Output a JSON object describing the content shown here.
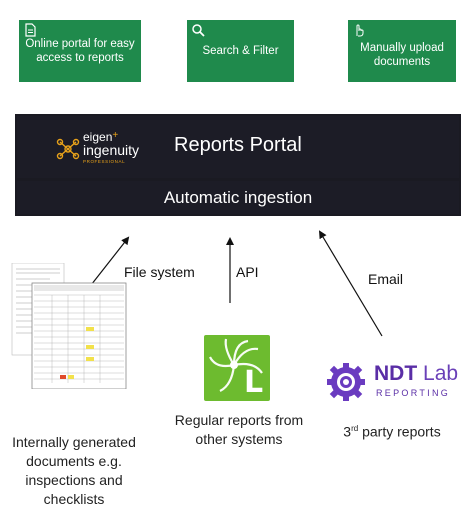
{
  "features": [
    {
      "label": "Online portal for easy access to reports",
      "icon": "document-icon"
    },
    {
      "label": "Search & Filter",
      "icon": "search-icon"
    },
    {
      "label": "Manually upload documents",
      "icon": "hand-pointer-icon"
    }
  ],
  "portal": {
    "logo_eigen": "eigen",
    "logo_plus": "+",
    "logo_ingenuity": "ingenuity",
    "logo_professional": "PROFESSIONAL",
    "title": "Reports Portal",
    "ingestion": "Automatic ingestion"
  },
  "arrows": {
    "file_system": "File system",
    "api": "API",
    "email": "Email"
  },
  "sources": {
    "internal": "Internally generated documents e.g. inspections and checklists",
    "regular": "Regular reports from other systems",
    "regular_icon_letter": "L",
    "third_party_prefix": "3",
    "third_party_sup": "rd",
    "third_party_suffix": " party reports",
    "ndt_bold": "NDT",
    "ndt_light": "Lab",
    "ndt_sub": "REPORTING"
  },
  "colors": {
    "feature_green": "#1f8a4c",
    "portal_dark": "#1c1c26",
    "eigen_orange": "#e8a21a",
    "ndt_purple": "#5a2ea6",
    "app_green": "#6dbb2f"
  }
}
